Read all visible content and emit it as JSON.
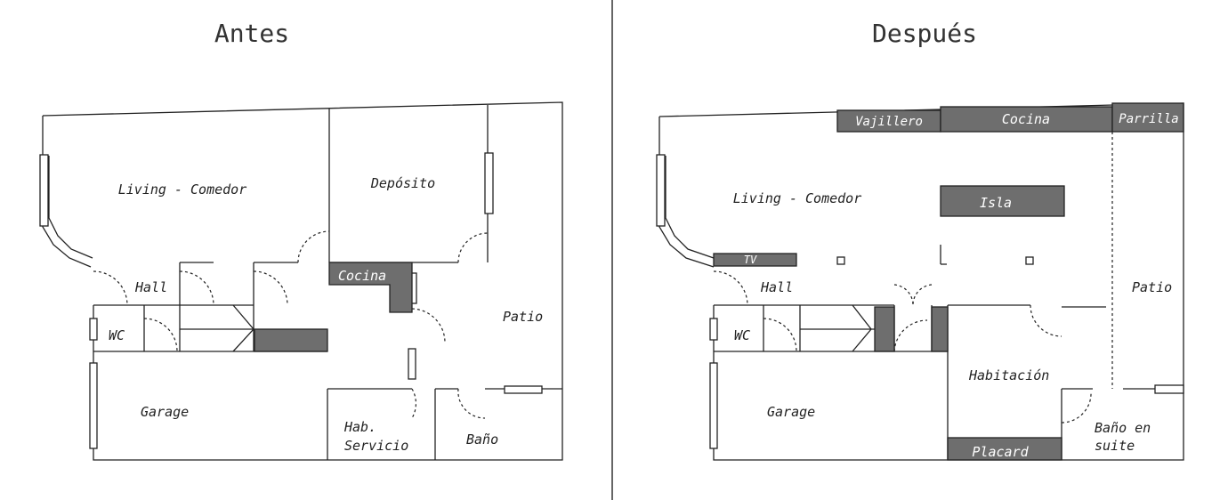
{
  "panels": {
    "before": {
      "title": "Antes",
      "rooms": {
        "living": "Living - Comedor",
        "deposito": "Depósito",
        "cocina": "Cocina",
        "hall": "Hall",
        "wc": "WC",
        "patio": "Patio",
        "garage": "Garage",
        "hab_line1": "Hab.",
        "hab_line2": "Servicio",
        "bano": "Baño"
      }
    },
    "after": {
      "title": "Después",
      "rooms": {
        "vajillero": "Vajillero",
        "cocina": "Cocina",
        "parrilla": "Parrilla",
        "living": "Living - Comedor",
        "isla": "Isla",
        "tv": "TV",
        "hall": "Hall",
        "patio": "Patio",
        "wc": "WC",
        "habitacion": "Habitación",
        "garage": "Garage",
        "bano_line1": "Baño en",
        "bano_line2": "suite",
        "placard": "Placard"
      }
    }
  },
  "colors": {
    "wall": "#222222",
    "fill": "#6e6e6e",
    "divider": "#333333"
  }
}
